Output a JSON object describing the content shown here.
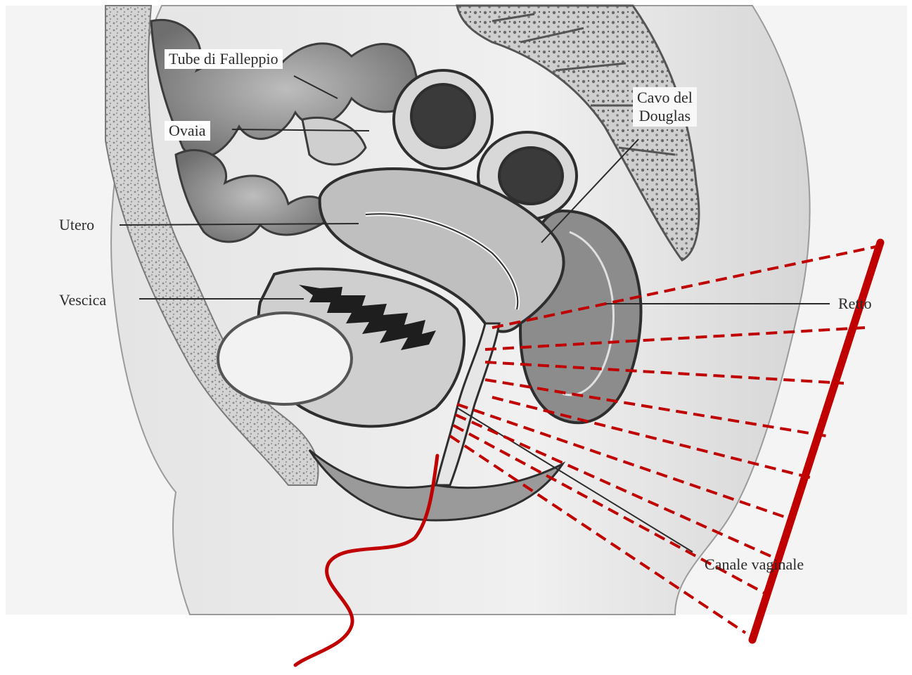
{
  "labels": {
    "tube": "Tube di Falleppio",
    "ovaia": "Ovaia",
    "utero": "Utero",
    "vescica": "Vescica",
    "cavo_line1": "Cavo del",
    "cavo_line2": "Douglas",
    "retto": "Retto",
    "canale": "Canale vaginale"
  },
  "colors": {
    "overlay_red": "#c00000",
    "ink": "#2b2b2b",
    "tissue_light": "#e9e9e9",
    "tissue_mid": "#9a9a9a",
    "tissue_dark": "#3c3c3c"
  },
  "icons": {
    "probe": "transvaginal-probe-cable-icon",
    "beam": "ultrasound-beam-fan-icon"
  }
}
